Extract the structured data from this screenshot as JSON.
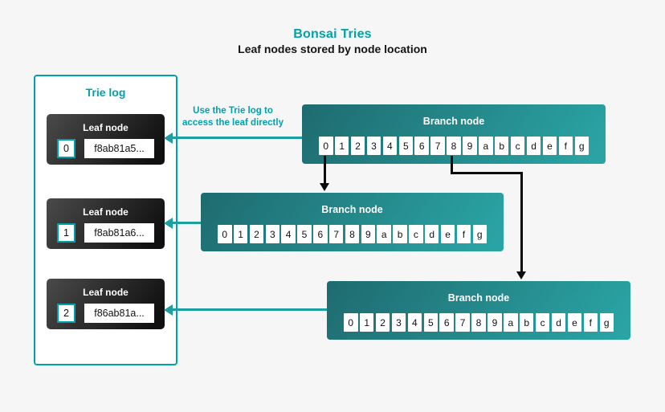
{
  "title": "Bonsai Tries",
  "subtitle": "Leaf nodes stored by node location",
  "colors": {
    "brand_teal": "#00a2aa",
    "arrow_teal": "#1c9fa0",
    "connector_black": "#0b0b0b",
    "branch_gradient_start": "#1e6b6f",
    "branch_gradient_end": "#2aa3a4",
    "leaf_gradient_start": "#4a4a4a",
    "leaf_gradient_end": "#101010",
    "background": "#f6f6f7"
  },
  "trie_log": {
    "title": "Trie log",
    "leaves": [
      {
        "label": "Leaf node",
        "index": "0",
        "hash": "f8ab81a5..."
      },
      {
        "label": "Leaf node",
        "index": "1",
        "hash": "f8ab81a6..."
      },
      {
        "label": "Leaf node",
        "index": "2",
        "hash": "f86ab81a..."
      }
    ]
  },
  "annotation": {
    "line1": "Use the Trie log to",
    "line2": "access the leaf directly"
  },
  "branch_nodes": [
    {
      "label": "Branch node",
      "cells": [
        "0",
        "1",
        "2",
        "3",
        "4",
        "5",
        "6",
        "7",
        "8",
        "9",
        "a",
        "b",
        "c",
        "d",
        "e",
        "f",
        "g"
      ]
    },
    {
      "label": "Branch node",
      "cells": [
        "0",
        "1",
        "2",
        "3",
        "4",
        "5",
        "6",
        "7",
        "8",
        "9",
        "a",
        "b",
        "c",
        "d",
        "e",
        "f",
        "g"
      ]
    },
    {
      "label": "Branch node",
      "cells": [
        "0",
        "1",
        "2",
        "3",
        "4",
        "5",
        "6",
        "7",
        "8",
        "9",
        "a",
        "b",
        "c",
        "d",
        "e",
        "f",
        "g"
      ]
    }
  ]
}
